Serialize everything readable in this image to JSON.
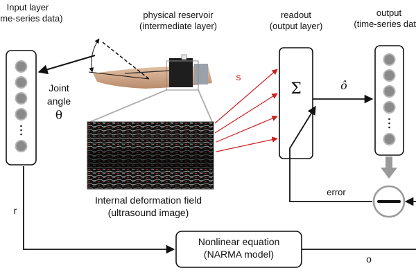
{
  "colors": {
    "line": "#111111",
    "signal_arrow": "#cc1f1f",
    "node_fill": "#8a8a8a",
    "node_stroke": "#b5b5b5",
    "error_gray": "#9a9a9a"
  },
  "input_layer": {
    "line1": "Input layer",
    "line2": "(time-series data)",
    "node_count": 5
  },
  "joint": {
    "line1": "Joint",
    "line2": "angle",
    "symbol": "θ"
  },
  "reservoir": {
    "line1": "physical reservoir",
    "line2": "(intermediate layer)"
  },
  "ultrasound": {
    "line1": "Internal deformation field",
    "line2": "(ultrasound image)"
  },
  "signal_label": "s",
  "readout": {
    "line1": "readout",
    "line2": "(output layer)",
    "symbol": "Σ"
  },
  "prediction_label": "ô",
  "output_layer": {
    "line1": "output",
    "line2": "(time-series data)",
    "node_count": 5
  },
  "error_label": "error",
  "input_signal_label": "r",
  "narma": {
    "line1": "Nonlinear equation",
    "line2": "(NARMA model)"
  },
  "target_label": "o"
}
